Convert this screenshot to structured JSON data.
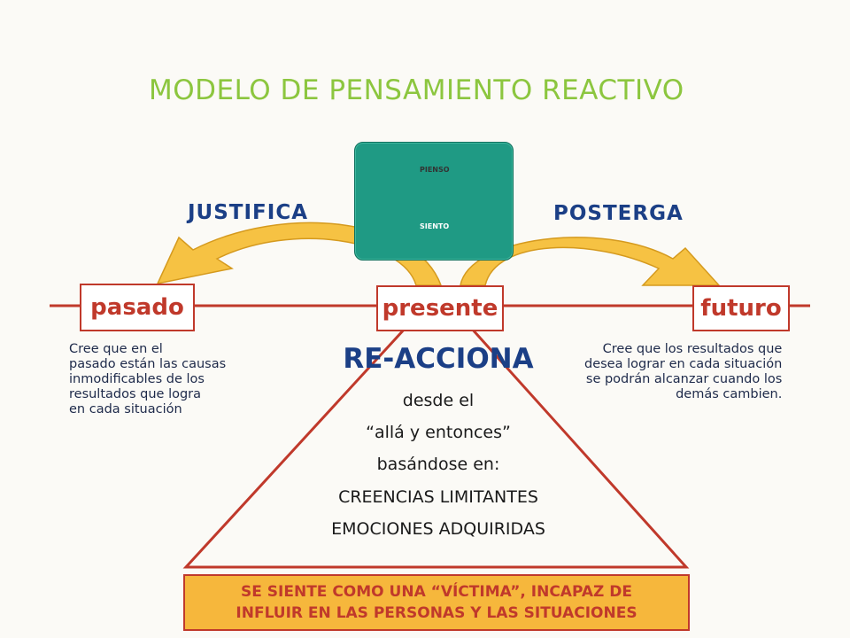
{
  "title": "MODELO DE PENSAMIENTO REACTIVO",
  "actions": {
    "left": "JUSTIFICA",
    "right": "POSTERGA"
  },
  "center_image": {
    "labels": {
      "top": "PIENSO",
      "bottom": "SIENTO"
    },
    "icon": "cylinder-stack-icon"
  },
  "timeline": {
    "past": "pasado",
    "present": "presente",
    "future": "futuro"
  },
  "left_description": [
    "Cree que en el",
    "pasado están las causas",
    "inmodificables de los",
    "resultados que logra",
    "en cada situación"
  ],
  "right_description": [
    "Cree que los resultados que",
    "desea lograr en cada situación",
    "se podrán alcanzar cuando los",
    "demás cambien."
  ],
  "pyramid": {
    "heading": "RE-ACCIONA",
    "lines": [
      "desde el",
      "“allá y entonces”",
      "basándose en:",
      "CREENCIAS LIMITANTES",
      "EMOCIONES ADQUIRIDAS"
    ]
  },
  "conclusion": [
    "SE SIENTE COMO UNA “VÍCTIMA”, INCAPAZ DE",
    "INFLUIR EN LAS PERSONAS Y LAS SITUACIONES"
  ],
  "colors": {
    "title": "#8cc63f",
    "action": "#1b3f86",
    "box_border": "#c0392b",
    "arrow_fill": "#f6c243",
    "center_bg": "#1f9a84",
    "conclusion_bg": "#f6b73c"
  }
}
